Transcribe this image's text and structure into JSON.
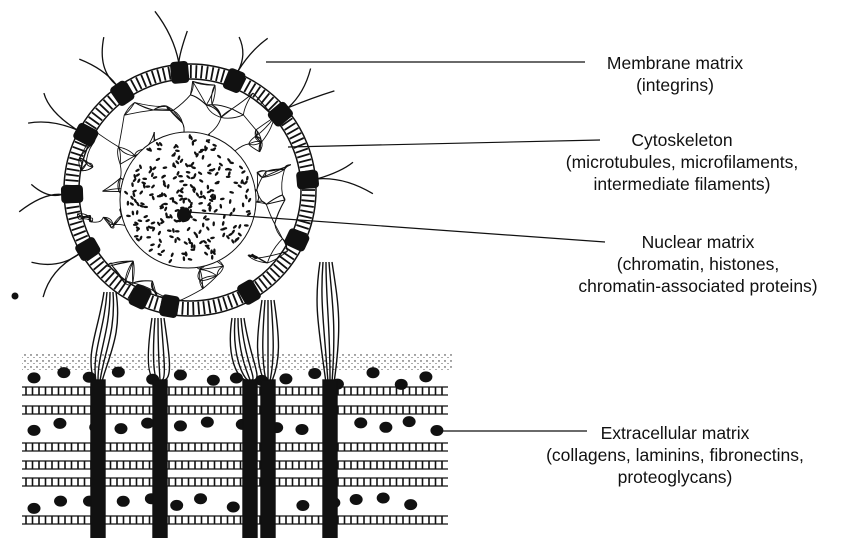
{
  "labels": {
    "membrane": {
      "title": "Membrane matrix",
      "detail": "(integrins)"
    },
    "cytoskeleton": {
      "title": "Cytoskeleton",
      "detail1": "(microtubules, microfilaments,",
      "detail2": "intermediate filaments)"
    },
    "nuclear": {
      "title": "Nuclear matrix",
      "detail1": "(chromatin, histones,",
      "detail2": "chromatin-associated proteins)"
    },
    "extracellular": {
      "title": "Extracellular matrix",
      "detail1": "(collagens, laminins, fibronectins,",
      "detail2": "proteoglycans)"
    }
  },
  "colors": {
    "ink": "#111111",
    "background": "#ffffff"
  }
}
